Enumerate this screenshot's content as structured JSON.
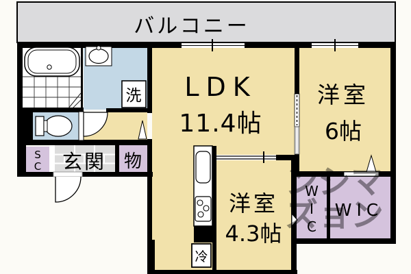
{
  "colors": {
    "bg": "#FCFBF6",
    "wall": "#000000",
    "room": "#F2E2AB",
    "wet": "#C3D8E6",
    "closet": "#D5C3DD",
    "balcony": "#DBDBDD",
    "tile": "#DCDCDC",
    "watermark": "#A28EBB"
  },
  "balcony": {
    "label": "バルコニー"
  },
  "rooms": {
    "ldk": {
      "name": "LDK",
      "size": "11.4帖"
    },
    "bedroom_right": {
      "name": "洋室",
      "size": "6帖"
    },
    "bedroom_lower": {
      "name": "洋室",
      "size": "4.3帖"
    }
  },
  "closets": {
    "wic_small": {
      "letters": [
        "W",
        "I",
        "C"
      ]
    },
    "wic_large": {
      "label": "WIC"
    },
    "storage": {
      "label": "物"
    },
    "shoe": {
      "letters": [
        "S",
        "C"
      ]
    }
  },
  "fixtures": {
    "entrance": "玄関",
    "washer": "洗",
    "fridge": "冷"
  },
  "watermark": {
    "chars": [
      "マ",
      "ン",
      "シ",
      "ョ",
      "ン",
      "ズ"
    ]
  }
}
